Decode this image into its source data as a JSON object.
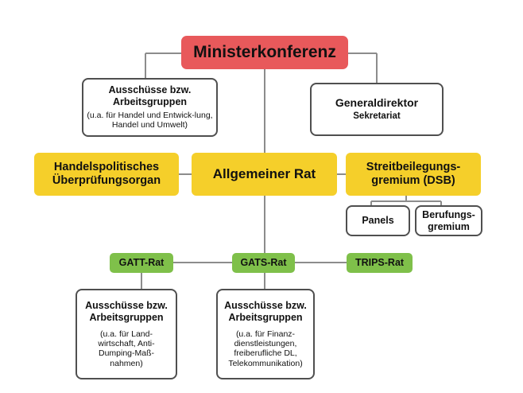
{
  "diagram": {
    "ministerkonferenz": "Ministerkonferenz",
    "ausschuesse_top": {
      "title": "Ausschüsse bzw. Arbeitsgruppen",
      "note": "(u.a. für Handel und Entwick-lung, Handel und Umwelt)"
    },
    "generaldirektor": {
      "title": "Generaldirektor",
      "subtitle": "Sekretariat"
    },
    "handelspolitisches": "Handelspolitisches Überprüfungsorgan",
    "allgemeiner_rat": "Allgemeiner Rat",
    "streitbeilegung": "Streitbeilegungs-gremium (DSB)",
    "panels": "Panels",
    "berufungsgremium": "Berufungs-gremium",
    "gatt_rat": "GATT-Rat",
    "gats_rat": "GATS-Rat",
    "trips_rat": "TRIPS-Rat",
    "ausschuesse_gatt": {
      "title": "Ausschüsse bzw. Arbeitsgruppen",
      "note": "(u.a. für Land-wirtschaft, Anti-Dumping-Maß-nahmen)"
    },
    "ausschuesse_gats": {
      "title": "Ausschüsse bzw. Arbeitsgruppen",
      "note": "(u.a. für Finanz-dienstleistungen, freiberufliche DL, Telekommunikation)"
    }
  },
  "colors": {
    "red": "#e8595b",
    "yellow": "#f5cf2a",
    "green": "#7fc04a",
    "line": "#8c8c8c",
    "border": "#4f4f4f"
  }
}
